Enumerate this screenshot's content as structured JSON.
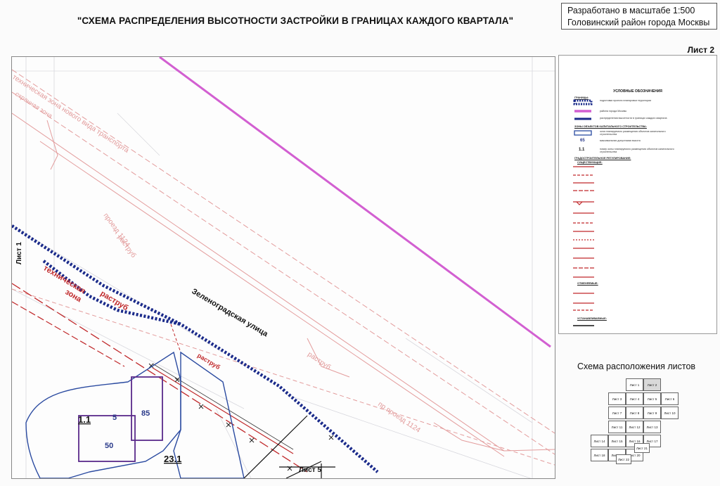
{
  "header": {
    "title": "\"СХЕМА РАСПРЕДЕЛЕНИЯ ВЫСОТНОСТИ ЗАСТРОЙКИ В ГРАНИЦАХ КАЖДОГО КВАРТАЛА\"",
    "scale_line": "Разработано в масштабе 1:500",
    "district_line": "Головинский район города Москвы",
    "sheet_label": "Лист 2"
  },
  "map": {
    "colors": {
      "district_boundary": "#d25fd1",
      "project_boundary": "#1a2a8a",
      "red_lines": "#c0282a",
      "pale_red": "#e29a9a",
      "height_zone": "#2a4aa0",
      "building": "#5a2a8a"
    },
    "labels": {
      "street": "Зеленоградская улица",
      "passage_top": "проезд 1124",
      "rostrub_top": "раструб",
      "techzone": "техническая",
      "techzone_2": "зона",
      "rostrub_mid": "раструб",
      "rostrub_small": "раструб",
      "rostrub_right": "раструб",
      "passage_right": "пр.проезд 1124",
      "transport_zone": "техническая зона нового вида транспорта",
      "zone_left_top": "охранная зона",
      "sheet1": "Лист 1",
      "sheet5": "Лист 5",
      "quarter_1": "1.1",
      "quarter_2": "23.1",
      "height_a": "5",
      "height_b": "85",
      "height_c": "50"
    }
  },
  "legend": {
    "title": "УСЛОВНЫЕ ОБОЗНАЧЕНИЯ",
    "sections": {
      "boundaries": "ГРАНИЦЫ:",
      "zones": "ЗОНЫ ОБЪЕКТОВ КАПИТАЛЬНОГО СТРОИТЕЛЬСТВА:",
      "regulation": "ГРАДОСТРОИТЕЛЬНОЕ РЕГУЛИРОВАНИЕ:",
      "existing": "СУЩЕСТВУЮЩИЕ:",
      "cancelled": "ОТМЕНЯЕМЫЕ:",
      "established": "УСТАНАВЛИВАЕМЫЕ:"
    },
    "items": {
      "project_territory": "подготовки проекта планировки территории",
      "district_boundary": "района города Москвы",
      "height_distribution": "распределения высотности в границах каждого квартала",
      "zone_item": "зона планируемого размещения объектов капитального строительства",
      "max_height": "максимальная допустимая высота",
      "zone_number": "номер зоны планируемого размещения объектов капитального строительства",
      "max_height_value": "65",
      "zone_number_value": "1.1"
    }
  },
  "sheet_scheme": {
    "title": "Схема расположения листов",
    "current": "Лист 2",
    "sheets": [
      "Лист 1",
      "Лист 2",
      "Лист 3",
      "Лист 4",
      "Лист 5",
      "Лист 6",
      "Лист 7",
      "Лист 8",
      "Лист 9",
      "Лист 10",
      "Лист 11",
      "Лист 12",
      "Лист 13",
      "Лист 14",
      "Лист 15",
      "Лист 16",
      "Лист 17",
      "Лист 18",
      "Лист 19",
      "Лист 20",
      "Лист 21",
      "Лист 22"
    ]
  }
}
